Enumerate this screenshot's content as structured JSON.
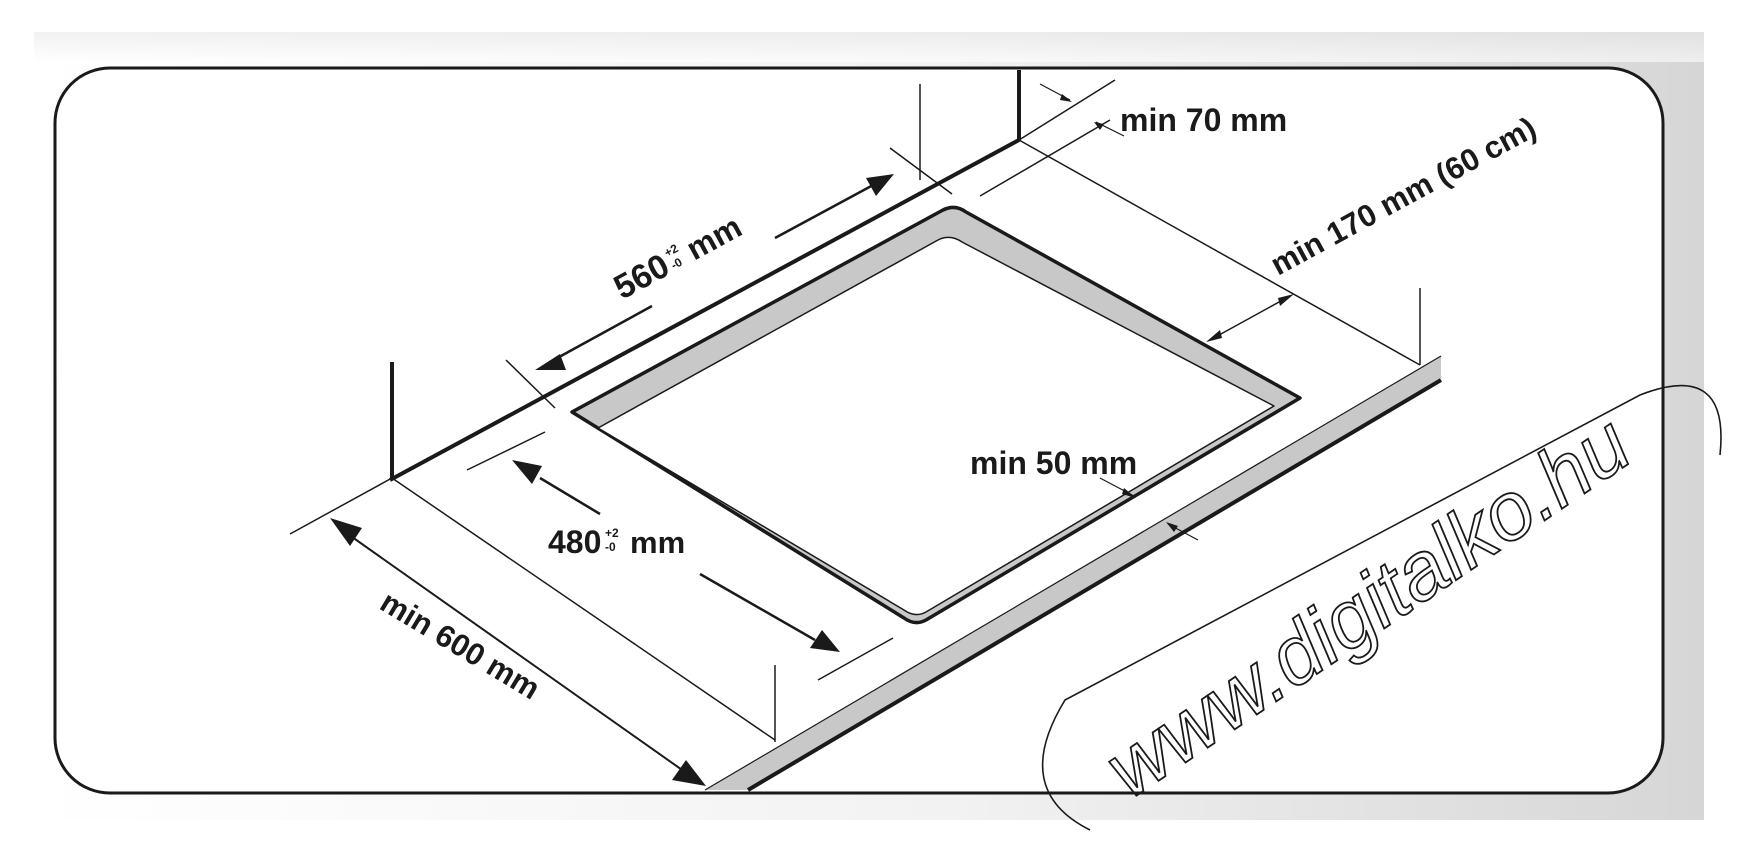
{
  "dimensions": {
    "width_label": "560",
    "width_unit": "mm",
    "width_tolerance_plus": "+2",
    "width_tolerance_minus": "-0",
    "depth_label": "480",
    "depth_unit": "mm",
    "depth_tolerance_plus": "+2",
    "depth_tolerance_minus": "-0",
    "rear_gap": "min 70 mm",
    "side_gap": "min 170 mm (60 cm)",
    "front_gap": "min 50 mm",
    "worktop_depth": "min 600 mm"
  },
  "watermark": {
    "text": "www.digitalko.hu"
  },
  "colors": {
    "line": "#1a1a1a",
    "cutout_rim": "#c8c8c8",
    "worktop_edge": "#c8c8c8",
    "frame_shadow": "#cfcfcf"
  }
}
